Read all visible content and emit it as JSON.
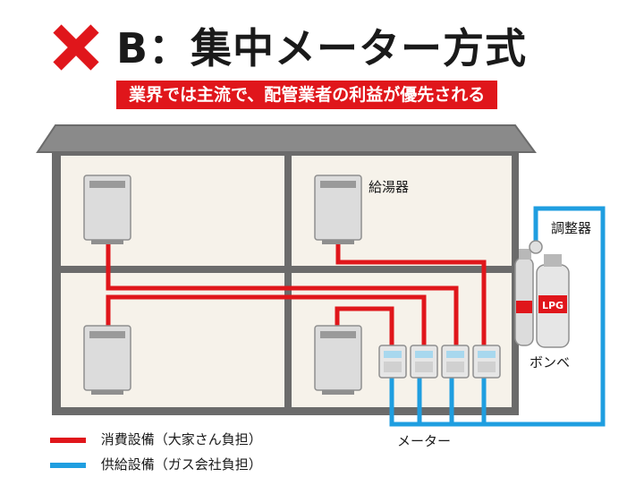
{
  "title": "B：集中メーター方式",
  "subtitle": "業界では主流で、配管業者の利益が優先される",
  "labels": {
    "water_heater": "給湯器",
    "regulator": "調整器",
    "cylinder": "ボンベ",
    "meter": "メーター",
    "cylinder_marking": "LPG"
  },
  "legend": [
    {
      "label": "消費設備（大家さん負担）",
      "color": "#e0161b"
    },
    {
      "label": "供給設備（ガス会社負担）",
      "color": "#1f9ee0"
    }
  ],
  "colors": {
    "consumer_pipe": "#e0161b",
    "supply_pipe": "#1f9ee0",
    "cross": "#e0161b",
    "building_frame": "#6b6b6b",
    "roof": "#8a8a8a",
    "room_fill": "#f6f2ea"
  },
  "counts": {
    "water_heaters": 4,
    "meters": 4,
    "cylinders": 2
  }
}
